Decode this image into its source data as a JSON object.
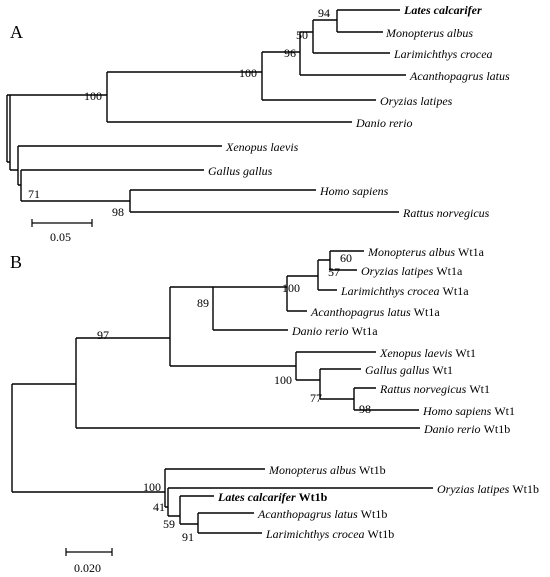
{
  "panels": [
    {
      "label": "A",
      "scale_label": "0.05",
      "taxa": [
        {
          "species": "Lates calcarifer",
          "gene": "",
          "bold": true
        },
        {
          "species": "Monopterus albus",
          "gene": ""
        },
        {
          "species": "Larimichthys crocea",
          "gene": ""
        },
        {
          "species": "Acanthopagrus latus",
          "gene": ""
        },
        {
          "species": "Oryzias latipes",
          "gene": ""
        },
        {
          "species": "Danio rerio",
          "gene": ""
        },
        {
          "species": "Xenopus laevis",
          "gene": ""
        },
        {
          "species": "Gallus gallus",
          "gene": ""
        },
        {
          "species": "Homo sapiens",
          "gene": ""
        },
        {
          "species": "Rattus norvegicus",
          "gene": ""
        }
      ],
      "bootstrap": [
        "94",
        "50",
        "96",
        "100",
        "100",
        "71",
        "98"
      ]
    },
    {
      "label": "B",
      "scale_label": "0.020",
      "taxa": [
        {
          "species": "Monopterus albus",
          "gene": "Wt1a"
        },
        {
          "species": "Oryzias latipes",
          "gene": "Wt1a"
        },
        {
          "species": "Larimichthys crocea",
          "gene": "Wt1a"
        },
        {
          "species": "Acanthopagrus latus",
          "gene": "Wt1a"
        },
        {
          "species": "Danio rerio",
          "gene": "Wt1a"
        },
        {
          "species": "Xenopus laevis",
          "gene": "Wt1"
        },
        {
          "species": "Gallus gallus",
          "gene": "Wt1"
        },
        {
          "species": "Rattus norvegicus",
          "gene": "Wt1"
        },
        {
          "species": "Homo sapiens",
          "gene": "Wt1"
        },
        {
          "species": "Danio rerio",
          "gene": "Wt1b"
        },
        {
          "species": "Monopterus albus",
          "gene": "Wt1b"
        },
        {
          "species": "Oryzias latipes",
          "gene": "Wt1b"
        },
        {
          "species": "Lates calcarifer",
          "gene": "Wt1b",
          "bold": true
        },
        {
          "species": "Acanthopagrus latus",
          "gene": "Wt1b"
        },
        {
          "species": "Larimichthys crocea",
          "gene": "Wt1b"
        }
      ],
      "bootstrap": [
        "60",
        "57",
        "100",
        "89",
        "97",
        "100",
        "77",
        "98",
        "100",
        "41",
        "59",
        "91"
      ]
    }
  ]
}
